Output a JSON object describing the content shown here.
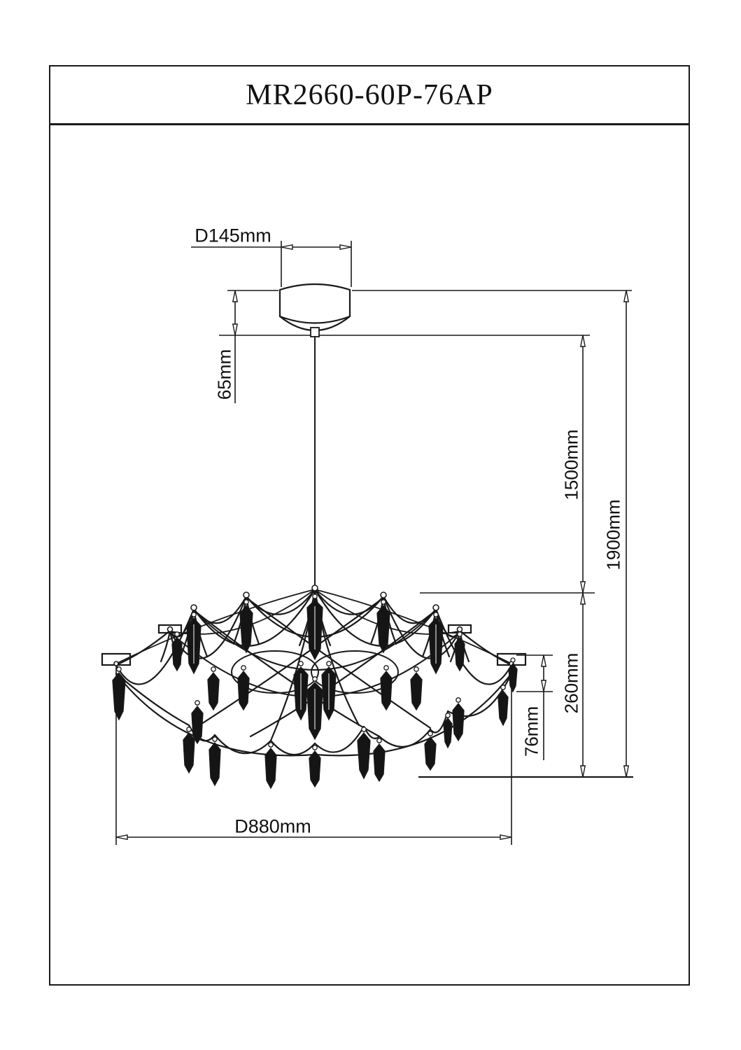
{
  "title": "MR2660-60P-76AP",
  "dimensions": {
    "canopy_diameter": "D145mm",
    "canopy_height": "65mm",
    "cord_length": "1500mm",
    "total_height": "1900mm",
    "body_height": "260mm",
    "crystal_length": "76mm",
    "body_diameter": "D880mm"
  },
  "colors": {
    "line": "#1a1a1a",
    "background": "#ffffff"
  }
}
